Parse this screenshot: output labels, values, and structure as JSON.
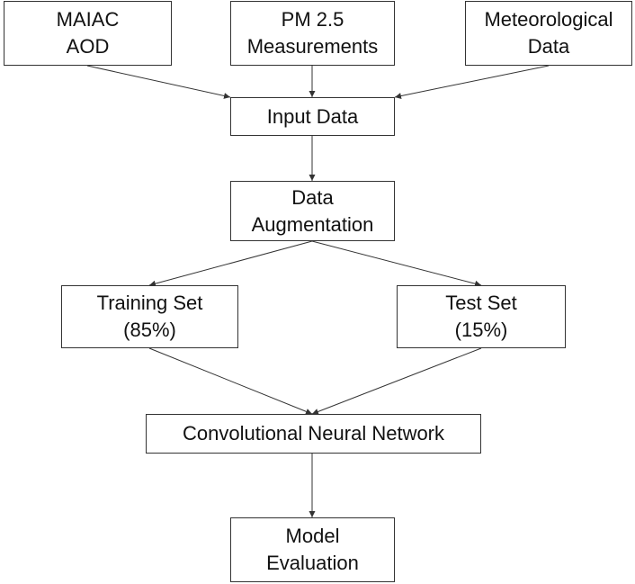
{
  "nodes": {
    "maiac": {
      "lines": [
        "MAIAC",
        "AOD"
      ]
    },
    "pm25": {
      "lines": [
        "PM 2.5",
        "Measurements"
      ]
    },
    "meteo": {
      "lines": [
        "Meteorological",
        "Data"
      ]
    },
    "input": {
      "lines": [
        "Input Data"
      ]
    },
    "augment": {
      "lines": [
        "Data",
        "Augmentation"
      ]
    },
    "training": {
      "lines": [
        "Training Set",
        "(85%)"
      ]
    },
    "test": {
      "lines": [
        "Test Set",
        "(15%)"
      ]
    },
    "cnn": {
      "lines": [
        "Convolutional Neural Network"
      ]
    },
    "evaluation": {
      "lines": [
        "Model",
        "Evaluation"
      ]
    }
  },
  "edges": [
    {
      "from": "maiac",
      "to": "input"
    },
    {
      "from": "pm25",
      "to": "input"
    },
    {
      "from": "meteo",
      "to": "input"
    },
    {
      "from": "input",
      "to": "augment"
    },
    {
      "from": "augment",
      "to": "training"
    },
    {
      "from": "augment",
      "to": "test"
    },
    {
      "from": "training",
      "to": "cnn"
    },
    {
      "from": "test",
      "to": "cnn"
    },
    {
      "from": "cnn",
      "to": "evaluation"
    }
  ]
}
